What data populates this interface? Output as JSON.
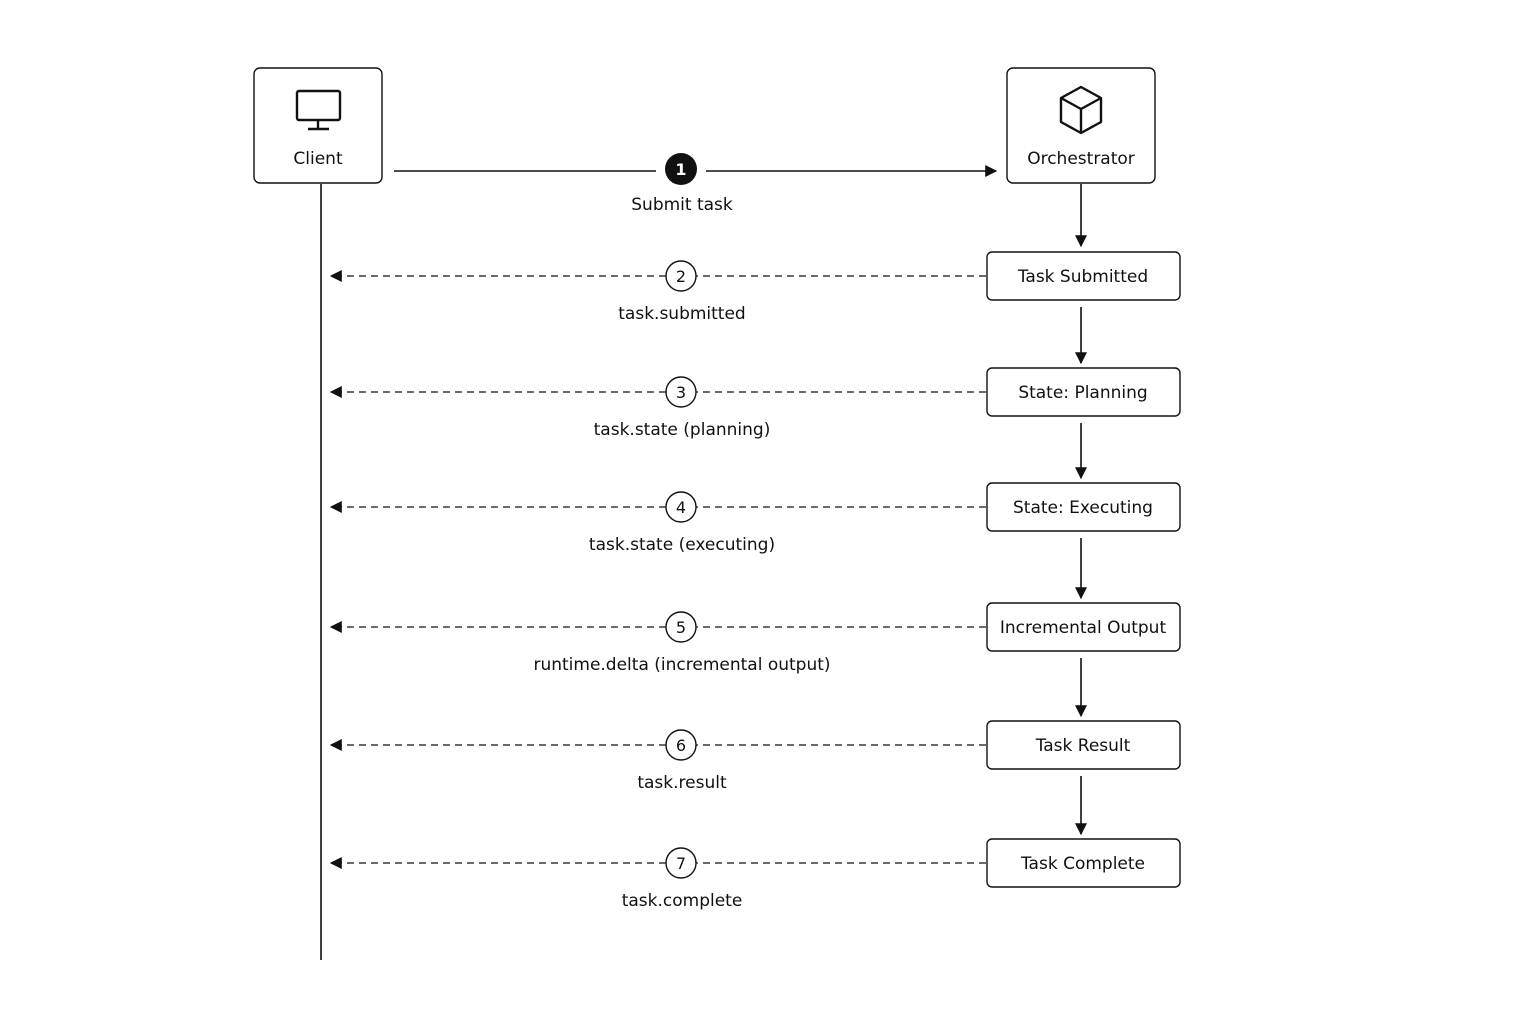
{
  "actors": {
    "client": {
      "label": "Client",
      "icon": "monitor-icon"
    },
    "orchestrator": {
      "label": "Orchestrator",
      "icon": "cube-icon"
    }
  },
  "request": {
    "number": "1",
    "label": "Submit task"
  },
  "states": [
    "Task Submitted",
    "State: Planning",
    "State: Executing",
    "Incremental Output",
    "Task Result",
    "Task Complete"
  ],
  "events": [
    {
      "number": "2",
      "label": "task.submitted"
    },
    {
      "number": "3",
      "label": "task.state (planning)"
    },
    {
      "number": "4",
      "label": "task.state (executing)"
    },
    {
      "number": "5",
      "label": "runtime.delta (incremental output)"
    },
    {
      "number": "6",
      "label": "task.result"
    },
    {
      "number": "7",
      "label": "task.complete"
    }
  ],
  "colors": {
    "stroke": "#111111",
    "background": "#ffffff"
  }
}
